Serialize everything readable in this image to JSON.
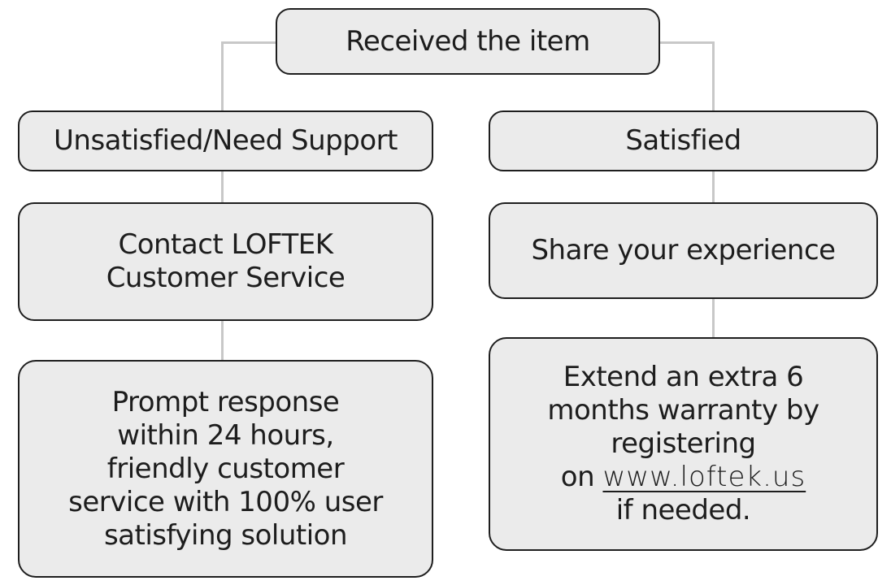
{
  "root": {
    "label": "Received the item"
  },
  "left_branch": {
    "heading": "Unsatisfied/Need Support",
    "action_lines": [
      "Contact LOFTEK",
      "Customer Service"
    ],
    "outcome_lines": [
      "Prompt response",
      "within 24 hours,",
      "friendly customer",
      "service with 100% user",
      "satisfying solution"
    ]
  },
  "right_branch": {
    "heading": "Satisfied",
    "action_lines": [
      "Share your experience"
    ],
    "outcome_lines": [
      "Extend an extra 6",
      "months warranty by",
      "registering"
    ],
    "outcome_link_prefix": "on ",
    "outcome_link": "www.loftek.us",
    "outcome_tail": "if needed."
  },
  "colors": {
    "box_fill": "#ebebeb",
    "box_border": "#1e1e1e",
    "connector": "#c8c8c8",
    "text": "#1d1d1d"
  }
}
